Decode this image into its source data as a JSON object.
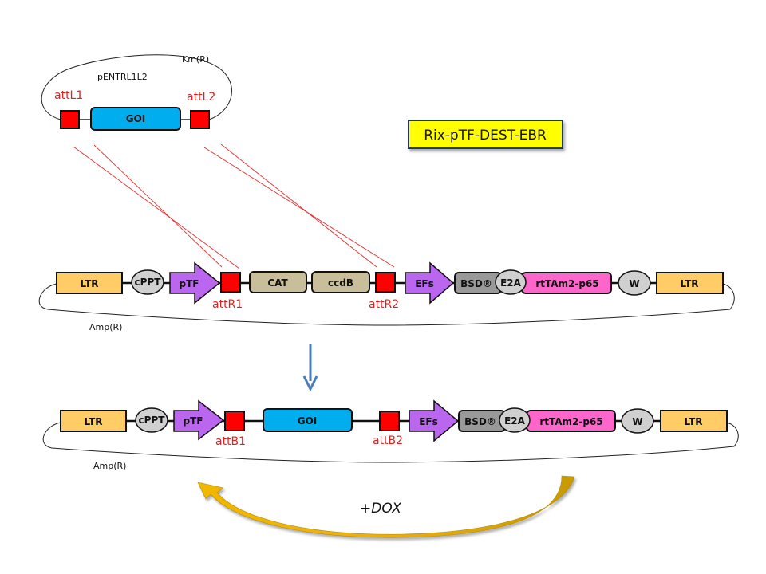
{
  "title": "Rix-pTF-DEST-EBR",
  "entry_vector": {
    "name": "pENTRL1L2",
    "resistance": "Km(R)",
    "site_left": "attL1",
    "site_right": "attL2",
    "insert": "GOI"
  },
  "destination_vector": {
    "resistance": "Amp(R)",
    "elements": [
      {
        "label": "LTR",
        "shape": "box",
        "color": "#FFCC66"
      },
      {
        "label": "cPPT",
        "shape": "ellipse",
        "color": "#D0D0D0"
      },
      {
        "label": "pTF",
        "shape": "arrow",
        "color": "#BB66EE"
      },
      {
        "label": "",
        "shape": "att-site",
        "color": "#FF0000",
        "site": "attR1"
      },
      {
        "label": "CAT",
        "shape": "rounded-box",
        "color": "#C8BE99"
      },
      {
        "label": "ccdB",
        "shape": "rounded-box",
        "color": "#C8BE99"
      },
      {
        "label": "",
        "shape": "att-site",
        "color": "#FF0000",
        "site": "attR2"
      },
      {
        "label": "EFs",
        "shape": "arrow",
        "color": "#BB66EE"
      },
      {
        "label": "BSD®",
        "shape": "rounded-box",
        "color": "#999999"
      },
      {
        "label": "E2A",
        "shape": "ellipse",
        "color": "#D0D0D0"
      },
      {
        "label": "rtTAm2-p65",
        "shape": "rounded-box",
        "color": "#FF66CC"
      },
      {
        "label": "W",
        "shape": "ellipse",
        "color": "#D0D0D0"
      },
      {
        "label": "LTR",
        "shape": "box",
        "color": "#FFCC66"
      }
    ],
    "sites": {
      "left": "attR1",
      "right": "attR2"
    }
  },
  "expression_vector": {
    "resistance": "Amp(R)",
    "elements": [
      {
        "label": "LTR",
        "shape": "box",
        "color": "#FFCC66"
      },
      {
        "label": "cPPT",
        "shape": "ellipse",
        "color": "#D0D0D0"
      },
      {
        "label": "pTF",
        "shape": "arrow",
        "color": "#BB66EE"
      },
      {
        "label": "",
        "shape": "att-site",
        "color": "#FF0000",
        "site": "attB1"
      },
      {
        "label": "GOI",
        "shape": "rounded-box",
        "color": "#00AEEF"
      },
      {
        "label": "",
        "shape": "att-site",
        "color": "#FF0000",
        "site": "attB2"
      },
      {
        "label": "EFs",
        "shape": "arrow",
        "color": "#BB66EE"
      },
      {
        "label": "BSD®",
        "shape": "rounded-box",
        "color": "#999999"
      },
      {
        "label": "E2A",
        "shape": "ellipse",
        "color": "#D0D0D0"
      },
      {
        "label": "rtTAm2-p65",
        "shape": "rounded-box",
        "color": "#FF66CC"
      },
      {
        "label": "W",
        "shape": "ellipse",
        "color": "#D0D0D0"
      },
      {
        "label": "LTR",
        "shape": "box",
        "color": "#FFCC66"
      }
    ],
    "sites": {
      "left": "attB1",
      "right": "attB2"
    }
  },
  "induction_label": "+DOX",
  "colors": {
    "att_site": "#FF0000",
    "recombination_lines": "#E03030",
    "title_box": "#FFFF00",
    "process_arrow": "#4A7EBB",
    "dox_arrow": "#E0A800"
  }
}
